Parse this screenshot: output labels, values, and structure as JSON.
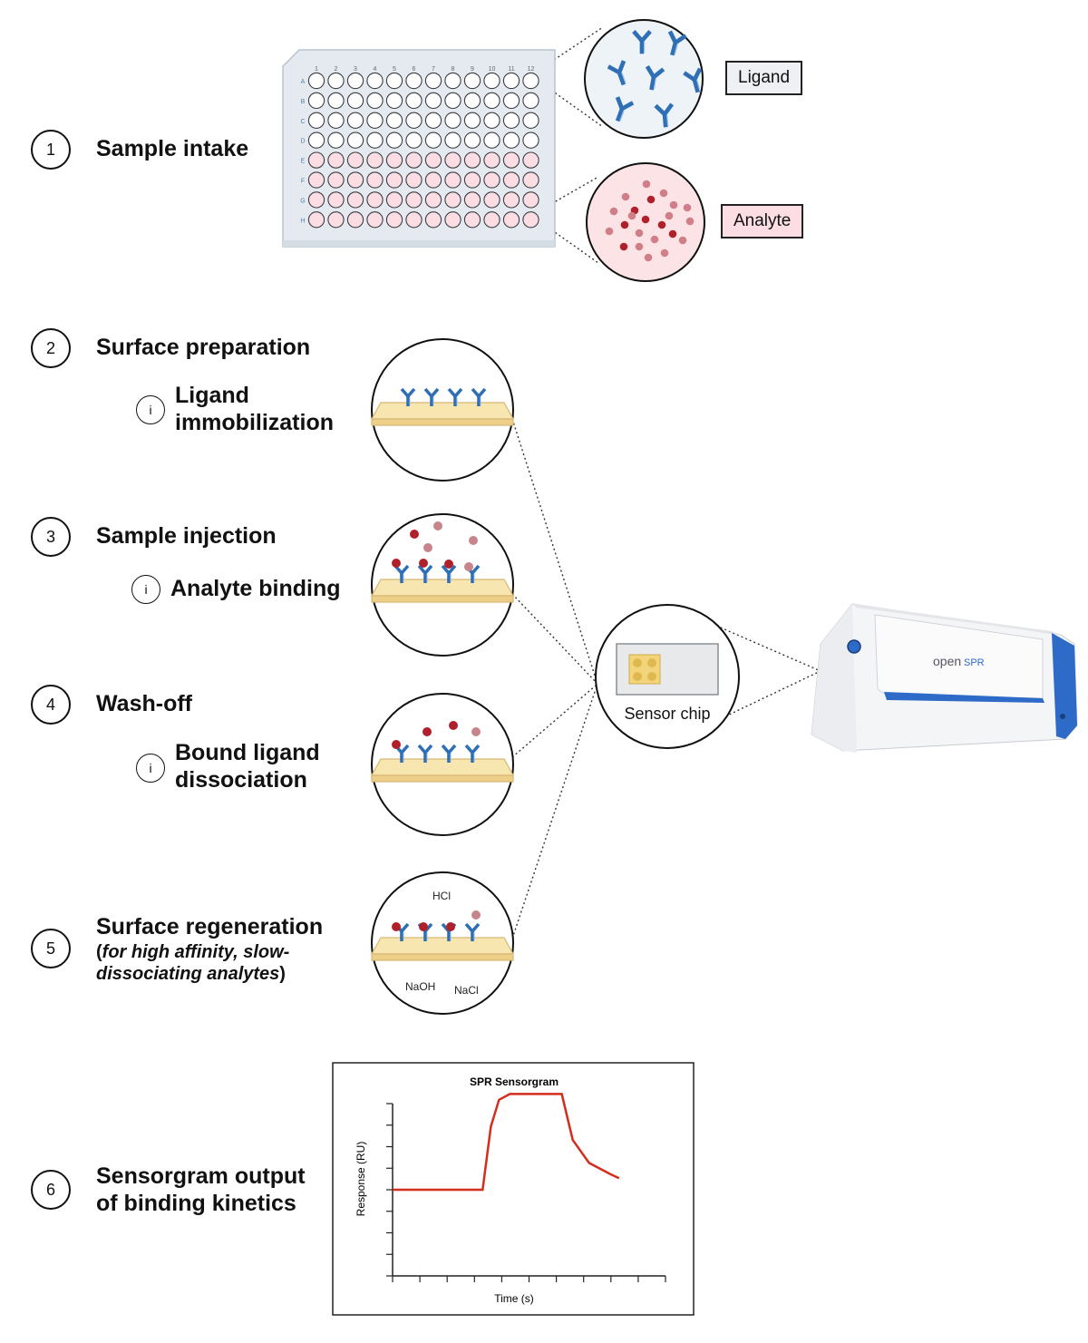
{
  "steps": [
    {
      "num": "1",
      "title": "Sample intake"
    },
    {
      "num": "2",
      "title": "Surface preparation",
      "sub_icon": "i",
      "sub_line1": "Ligand",
      "sub_line2": "immobilization"
    },
    {
      "num": "3",
      "title": "Sample injection",
      "sub_icon": "i",
      "sub_line1": "Analyte binding"
    },
    {
      "num": "4",
      "title": "Wash-off",
      "sub_icon": "i",
      "sub_line1": "Bound ligand",
      "sub_line2": "dissociation"
    },
    {
      "num": "5",
      "title": "Surface regeneration",
      "note_open": "(",
      "note_line1": "for high affinity, slow-",
      "note_line2": "dissociating analytes",
      "note_close": ")"
    },
    {
      "num": "6",
      "title_line1": "Sensorgram output",
      "title_line2": "of binding kinetics"
    }
  ],
  "plate": {
    "columns": [
      "1",
      "2",
      "3",
      "4",
      "5",
      "6",
      "7",
      "8",
      "9",
      "10",
      "11",
      "12"
    ],
    "rows": [
      "A",
      "B",
      "C",
      "D",
      "E",
      "F",
      "G",
      "H"
    ],
    "ligand_rows": [
      "A",
      "B",
      "C",
      "D"
    ],
    "analyte_rows": [
      "E",
      "F",
      "G",
      "H"
    ],
    "colors": {
      "ligand_well": "#ffffff",
      "analyte_well": "#fbdde3",
      "plate": "#e4eaf0"
    }
  },
  "labels": {
    "ligand": "Ligand",
    "analyte": "Analyte",
    "sensor_chip": "Sensor chip",
    "hcl": "HCl",
    "naoh": "NaOH",
    "nacl": "NaCl"
  },
  "instrument": {
    "brand_a": "open",
    "brand_b": "SPR"
  },
  "colors": {
    "antibody": "#2f6fb6",
    "analyte_dark": "#b0202b",
    "analyte_light": "#c7858b",
    "surface": "#f5dfa0",
    "curve": "#d42d1e",
    "instrument_accent": "#2e6ac8"
  },
  "chart_data": {
    "type": "line",
    "title": "SPR Sensorgram",
    "xlabel": "Time (s)",
    "ylabel": "Response (RU)",
    "x_ticks": 11,
    "y_ticks": 9,
    "xlim": [
      0,
      10
    ],
    "ylim": [
      0,
      9
    ],
    "series": [
      {
        "x": [
          0,
          3.3,
          3.6,
          3.9,
          4.3,
          5,
          6.2,
          6.6,
          7.2,
          8,
          8.3
        ],
        "y": [
          4.5,
          4.5,
          7.8,
          9.2,
          9.5,
          9.5,
          9.5,
          7.1,
          5.9,
          5.3,
          5.1
        ]
      }
    ]
  }
}
